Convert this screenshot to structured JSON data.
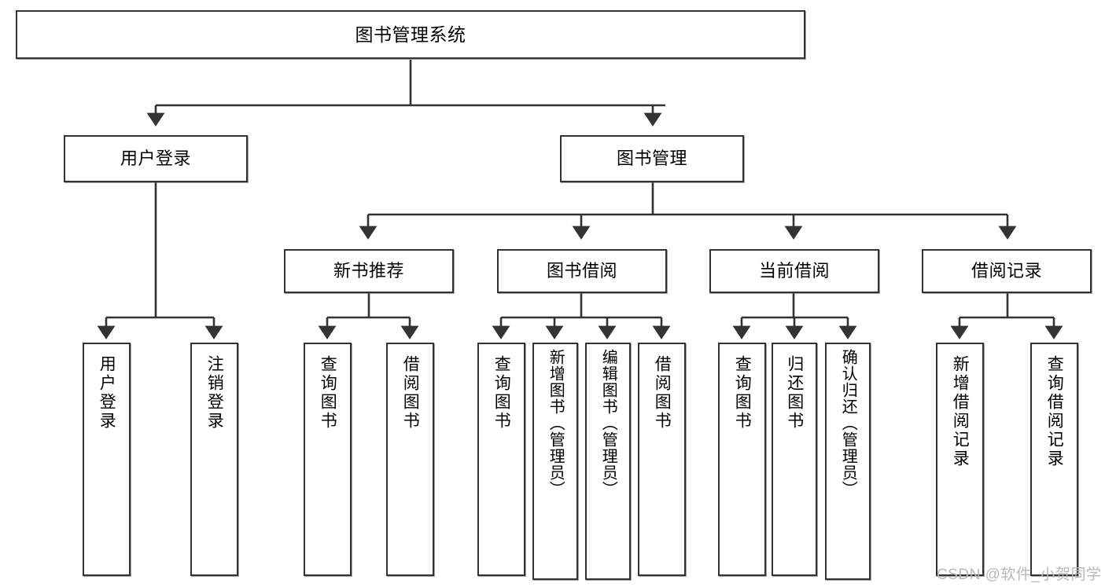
{
  "diagram": {
    "type": "tree",
    "title": "图书管理系统",
    "watermark": "CSDN @软件_小贺同学",
    "colors": {
      "node_border": "#333333",
      "node_fill": "#ffffff",
      "edge": "#333333",
      "text": "#000000",
      "watermark": "#b8b8b8",
      "background": "#ffffff"
    },
    "nodes": {
      "root": "图书管理系统",
      "level2": {
        "user_login": "用户登录",
        "book_manage": "图书管理"
      },
      "level3": {
        "new_book_rec": "新书推荐",
        "book_borrow": "图书借阅",
        "current_borrow": "当前借阅",
        "borrow_record": "借阅记录"
      },
      "leaves": {
        "user_login_1": "用户登录",
        "user_login_2": "注销登录",
        "new_book_rec_1": "查询图书",
        "new_book_rec_2": "借阅图书",
        "book_borrow_1": "查询图书",
        "book_borrow_2": "新增图书（管理员）",
        "book_borrow_3": "编辑图书（管理员）",
        "book_borrow_4": "借阅图书",
        "current_borrow_1": "查询图书",
        "current_borrow_2": "归还图书",
        "current_borrow_3": "确认归还（管理员）",
        "borrow_record_1": "新增借阅记录",
        "borrow_record_2": "查询借阅记录"
      }
    }
  }
}
